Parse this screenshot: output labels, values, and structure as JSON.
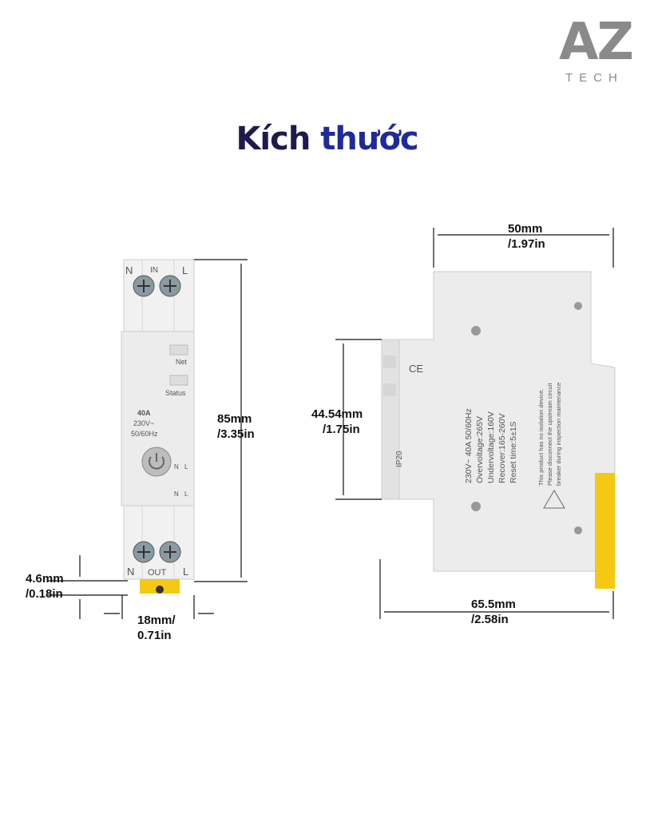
{
  "logo": {
    "mark": "AZ",
    "sub": "TECH"
  },
  "title": {
    "part1": "Kích",
    "part2": "thước"
  },
  "front": {
    "top_labels": [
      "N",
      "IN",
      "L"
    ],
    "bottom_labels": [
      "N",
      "OUT",
      "L"
    ],
    "led_net": "Net",
    "led_status": "Status",
    "rating": "40A",
    "voltage": "230V~",
    "freq": "50/60Hz",
    "switch_symbol": [
      "N",
      "L",
      "N",
      "L"
    ]
  },
  "side": {
    "ce": "CE",
    "ip": "IP20",
    "spec_lines": [
      "230V~ 40A 50/60Hz",
      "Overvoltage:265V",
      "Undervoltage:160V",
      "Recover:165-260V",
      "Reset time:5±1S"
    ],
    "warning_lines": [
      "This product has no isolation device.",
      "Please disconnect the upstream circuit",
      "breaker during inspection maintenance"
    ]
  },
  "dimensions": {
    "height": [
      "85mm",
      "/3.35in"
    ],
    "clip": [
      "4.6mm",
      "/0.18in"
    ],
    "width_front": [
      "18mm/",
      "0.71in"
    ],
    "depth_top": [
      "50mm",
      "/1.97in"
    ],
    "terminal_height": [
      "44.54mm",
      "/1.75in"
    ],
    "depth_total": [
      "65.5mm",
      "/2.58in"
    ]
  }
}
